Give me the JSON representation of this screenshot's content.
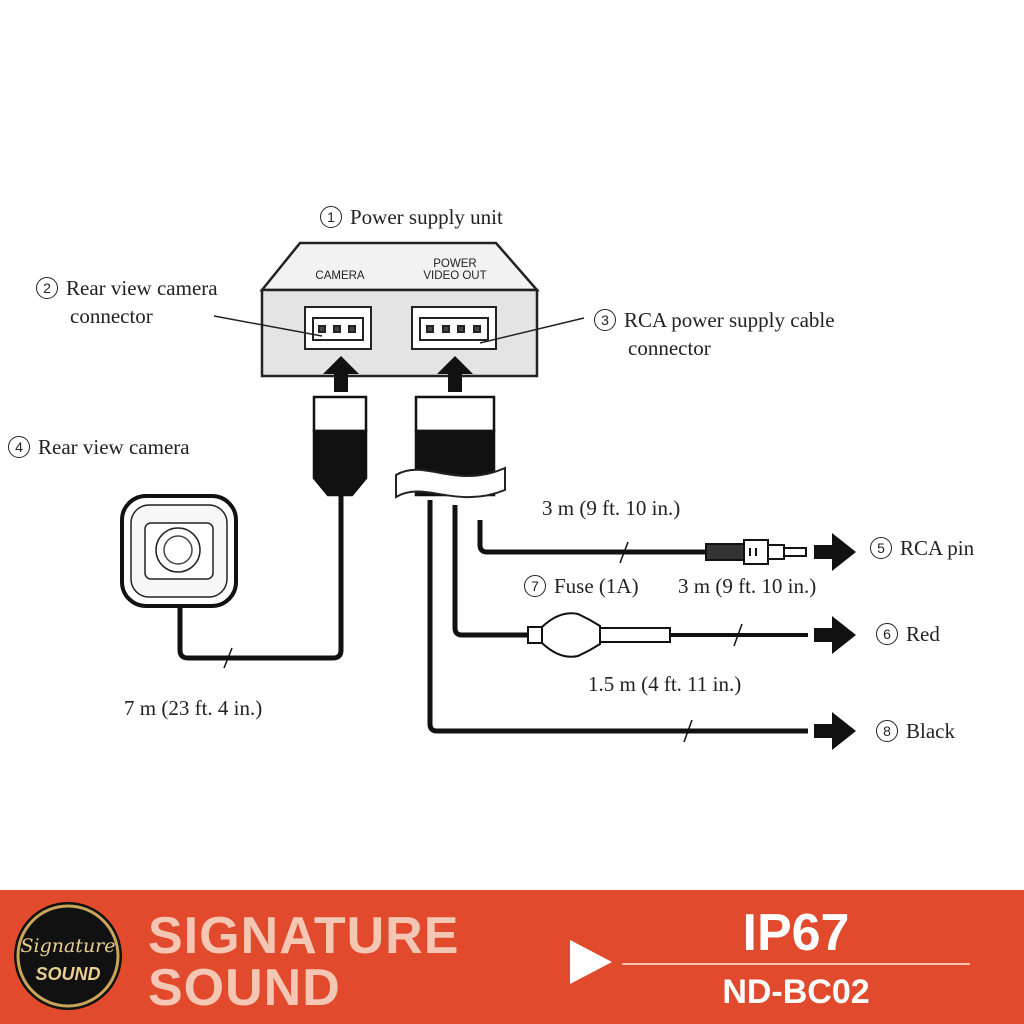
{
  "diagram": {
    "power_supply_unit": {
      "num": "1",
      "label": "Power supply unit"
    },
    "camera_port": "CAMERA",
    "power_port_line1": "POWER",
    "power_port_line2": "VIDEO OUT",
    "rear_camera_connector": {
      "num": "2",
      "line1": "Rear view camera",
      "line2": "connector"
    },
    "rca_connector": {
      "num": "3",
      "line1": "RCA power supply cable",
      "line2": "connector"
    },
    "rear_camera": {
      "num": "4",
      "label": "Rear view camera"
    },
    "rca_pin": {
      "num": "5",
      "label": "RCA pin"
    },
    "red": {
      "num": "6",
      "label": "Red"
    },
    "fuse": {
      "num": "7",
      "label": "Fuse (1A)"
    },
    "black": {
      "num": "8",
      "label": "Black"
    },
    "len_camera": "7 m (23 ft. 4 in.)",
    "len_rca": "3 m (9 ft. 10 in.)",
    "len_red": "3 m (9 ft. 10 in.)",
    "len_black": "1.5 m (4 ft. 11 in.)"
  },
  "banner": {
    "logo_text_1": "Signature",
    "logo_text_2": "SOUND",
    "brand_line1": "SIGNATURE",
    "brand_line2": "SOUND",
    "rating": "IP67",
    "model": "ND-BC02",
    "colors": {
      "background": "#e24a2e",
      "brand_text": "#f3c7b4",
      "text": "#ffffff"
    }
  }
}
